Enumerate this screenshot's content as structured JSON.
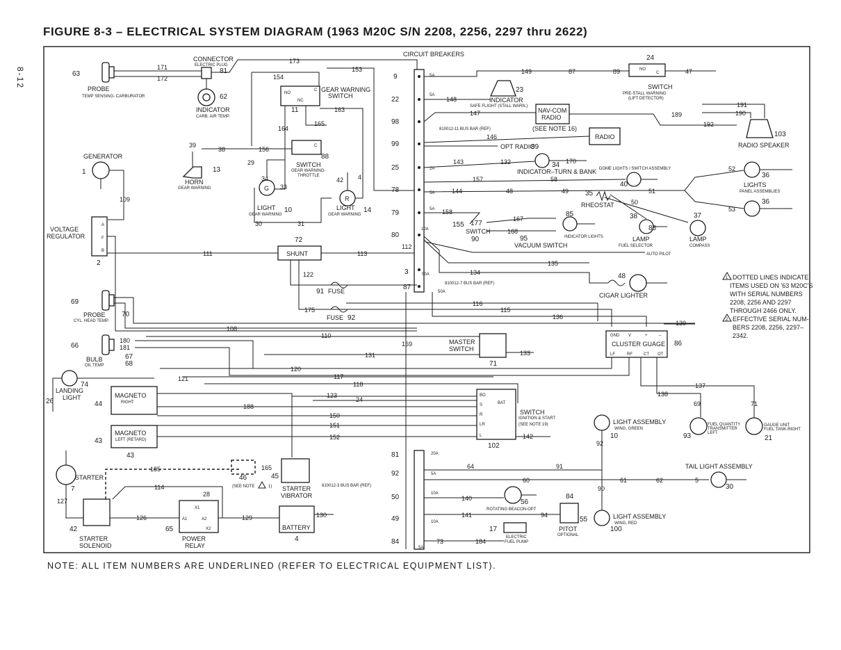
{
  "title": "FIGURE 8-3 – ELECTRICAL SYSTEM DIAGRAM (1963 M20C S/N 2208, 2256, 2297 thru 2622)",
  "page_number": "8-12",
  "note": "NOTE: ALL ITEM NUMBERS ARE UNDERLINED (REFER TO ELECTRICAL EQUIPMENT LIST).",
  "circuit_breakers_label": "CIRCUIT BREAKERS",
  "breakers": [
    {
      "item": "9",
      "rating": "5A"
    },
    {
      "item": "22",
      "rating": "5A"
    },
    {
      "item": "98",
      "rating": ""
    },
    {
      "item": "99",
      "rating": ""
    },
    {
      "item": "25",
      "rating": "2A"
    },
    {
      "item": "78",
      "rating": "5A"
    },
    {
      "item": "79",
      "rating": "5A"
    },
    {
      "item": "80",
      "rating": "10A"
    },
    {
      "item": "3",
      "rating": "50A"
    },
    {
      "item": "87",
      "rating": "50A"
    }
  ],
  "breakers_lower": [
    {
      "item": "81",
      "rating": "20A"
    },
    {
      "item": "92",
      "rating": "5A"
    },
    {
      "item": "50",
      "rating": "10A"
    },
    {
      "item": "49",
      "rating": "10A"
    },
    {
      "item": "84",
      "rating": "5A"
    }
  ],
  "bus_bars": {
    "upper": "810012-11 BUS BAR (REF)",
    "middle": "810012-7 BUS BAR (REF)",
    "lower": "810012-3 BUS BAR (REF)"
  },
  "components": {
    "probe_carb": {
      "item": "63",
      "label": "PROBE",
      "sub": "TEMP SENSING- CARBURATOR"
    },
    "connector": {
      "item": "81",
      "label": "CONNECTOR",
      "sub": "ELECTRIC PLUG"
    },
    "indicator_carb": {
      "item": "62",
      "label": "INDICATOR",
      "sub": "CARB. AIR TEMP."
    },
    "gear_warning_switch": {
      "item": "11",
      "label": "GEAR WARNING SWITCH"
    },
    "switch_throttle": {
      "item": "88",
      "label": "SWITCH",
      "sub": "GEAR WARNING- THROTTLE"
    },
    "horn": {
      "item": "13",
      "label": "HORN",
      "sub": "GEAR WARNING"
    },
    "light_g": {
      "item": "10",
      "label": "LIGHT",
      "sub": "GEAR WARNING",
      "letter": "G"
    },
    "light_r": {
      "item": "14",
      "label": "LIGHT",
      "sub": "GEAR WARNING",
      "letter": "R"
    },
    "generator": {
      "item": "1",
      "label": "GENERATOR"
    },
    "voltage_regulator": {
      "item": "2",
      "label": "VOLTAGE REGULATOR"
    },
    "shunt": {
      "item": "72",
      "label": "SHUNT"
    },
    "fuse_91": {
      "item": "91",
      "label": "FUSE"
    },
    "fuse_92": {
      "item": "92",
      "label": "FUSE"
    },
    "probe_cyl": {
      "item": "69",
      "label": "PROBE",
      "sub": "CYL. HEAD TEMP.",
      "extra": "70"
    },
    "bulb_oil": {
      "item": "66",
      "label": "BULB",
      "sub": "OIL TEMP",
      "extra1": "67",
      "extra2": "68"
    },
    "master_switch": {
      "item": "71",
      "label": "MASTER SWITCH"
    },
    "landing_light": {
      "item": "74",
      "label": "LANDING LIGHT",
      "wire": "26"
    },
    "magneto_right": {
      "item": "44",
      "label": "MAGNETO",
      "sub": "RIGHT"
    },
    "magneto_left": {
      "item": "43",
      "label": "MAGNETO",
      "sub": "LEFT (RETARD)",
      "under": "43"
    },
    "starter": {
      "item": "7",
      "label": "STARTER"
    },
    "starter_solenoid": {
      "item": "42",
      "label": "STARTER SOLENOID"
    },
    "power_relay": {
      "item": "65",
      "label": "POWER RELAY",
      "a1": "A1",
      "a2": "A2",
      "x1": "X1",
      "x2": "X2"
    },
    "see_note_box": {
      "item": "46",
      "note": "(SEE NOTE",
      "note_num": "1)"
    },
    "starter_vibrator": {
      "item": "45",
      "label": "STARTER VIBRATOR"
    },
    "battery": {
      "item": "4",
      "label": "BATTERY"
    },
    "ignition_switch": {
      "item": "102",
      "label": "SWITCH",
      "sub": "IGNITION & START",
      "note": "(SEE NOTE 19)",
      "terminals": [
        "BO",
        "S",
        "R",
        "LR",
        "L"
      ],
      "bat": "BAT"
    },
    "indicator_stall": {
      "item": "23",
      "label": "INDICATOR",
      "sub": "SAFE FLIGHT (STALL WARN.)"
    },
    "nav_com": {
      "item": "",
      "label": "NAV-COM RADIO",
      "note": "(SEE NOTE 16)"
    },
    "radio": {
      "label": "RADIO"
    },
    "opt_radio": {
      "label": "OPT RADIO"
    },
    "switch_prestall": {
      "item": "24",
      "label": "SWITCH",
      "sub": "PRE-STALL WARNING (LIFT DETECTOR)"
    },
    "radio_speaker": {
      "item": "103",
      "label": "RADIO SPEAKER"
    },
    "indicator_turn": {
      "item": "89",
      "item2": "34",
      "label": "INDICATOR–TURN & BANK"
    },
    "dome_lights": {
      "item": "40",
      "label": "DOME LIGHTS / SWITCH ASSEMBLY"
    },
    "rheostat": {
      "item": "35",
      "label": "RHEOSTAT"
    },
    "lights_panel": {
      "item": "36",
      "label": "LIGHTS",
      "sub": "PANEL ASSEMBLIES",
      "item2": "36"
    },
    "lamp_fuel": {
      "item": "38",
      "label": "LAMP",
      "sub": "FUEL SELECTOR",
      "w86": "86"
    },
    "lamp_compass": {
      "item": "37",
      "label": "LAMP",
      "sub": "COMPASS"
    },
    "switch_90": {
      "item": "90",
      "label": "SWITCH",
      "w155": "155",
      "w177": "177"
    },
    "vacuum_switch": {
      "item": "95",
      "label": "VACUUM SWITCH"
    },
    "indicator_lights": {
      "item": "85",
      "label": "INDICATOR LIGHTS"
    },
    "auto_pilot": {
      "label": "AUTO PILOT"
    },
    "cigar_lighter": {
      "item": "48",
      "label": "CIGAR LIGHTER"
    },
    "cluster_gauge": {
      "item": "86",
      "label": "CLUSTER GUAGE",
      "terminals_top": [
        "GND",
        "V",
        "+",
        "–"
      ],
      "terminals_bottom": [
        "LF",
        "RF",
        "CT",
        "OT"
      ]
    },
    "light_assembly_green": {
      "item": "10",
      "label": "LIGHT ASSEMBLY",
      "sub": "WING, GREEN"
    },
    "fuel_quantity": {
      "item": "93",
      "label": "FUEL QUANTITY TRANSMITTER LEFT"
    },
    "gauge_unit": {
      "item": "21",
      "label": "GAUGE UNIT FUEL TANK-RIGHT"
    },
    "tail_light": {
      "item": "30",
      "label": "TAIL LIGHT ASSEMBLY"
    },
    "beacon": {
      "item": "56",
      "label": "ROTATING BEACON-OPT"
    },
    "fuel_pump": {
      "item": "17",
      "label": "ELECTRIC FUEL PUMP"
    },
    "pitot": {
      "item": "55",
      "label": "PITOT",
      "sub": "OPTIONAL",
      "w84": "84"
    },
    "light_assembly_red": {
      "item": "100",
      "label": "LIGHT ASSEMBLY",
      "sub": "WING, RED"
    }
  },
  "notes_right": {
    "n1": "DOTTED LINES INDICATE ITEMS USED ON '63 M20C'S WITH SERIAL NUMBERS 2208, 2256 AND 2297 THROUGH 2466 ONLY.",
    "n1_lines": [
      "DOTTED LINES INDICATE",
      "ITEMS USED ON '63 M20C'S",
      "WITH SERIAL NUMBERS",
      "2208, 2256  AND  2297",
      "THROUGH 2466 ONLY."
    ],
    "n2_lines": [
      "EFFECTIVE SERIAL NUM-",
      "BERS 2208, 2256, 2297–",
      "2342."
    ],
    "n1_mark": "1",
    "n2_mark": "2"
  },
  "wires": {
    "w171": "171",
    "w172": "172",
    "w173": "173",
    "w153": "153",
    "w154": "154",
    "w163": "163",
    "w164": "164",
    "w165": "165",
    "w156": "156",
    "w39": "39",
    "w38": "38",
    "w29": "29",
    "w34": "34",
    "w33": "33",
    "w42": "42",
    "w4": "4",
    "w30": "30",
    "w31": "31",
    "w109": "109",
    "w111": "111",
    "w113": "113",
    "w112": "112",
    "w122": "122",
    "w175": "175",
    "w134": "134",
    "w135": "135",
    "w116": "116",
    "w115": "115",
    "w136": "136",
    "w139": "139",
    "w108": "108",
    "w110": "110",
    "w169": "169",
    "w180": "180",
    "w181": "181",
    "w131": "131",
    "w133": "133",
    "w120": "120",
    "w117": "117",
    "w118": "118",
    "w121": "121",
    "w137": "137",
    "w138": "138",
    "w69": "69",
    "w71": "71",
    "w123": "123",
    "w24": "24",
    "w188": "188",
    "w150": "150",
    "w151": "151",
    "w152": "152",
    "w142": "142",
    "w92": "92",
    "w185": "185",
    "w114": "114",
    "w127": "127",
    "w126": "126",
    "w28": "28",
    "w129": "129",
    "w130": "130",
    "w64": "64",
    "w91": "91",
    "w60": "60",
    "w61": "61",
    "w62": "62",
    "w5": "5",
    "w140": "140",
    "w141": "141",
    "w94": "94",
    "w84b": "84",
    "w73": "73",
    "w184": "184",
    "w90": "90",
    "w149": "149",
    "w87": "87",
    "w89": "89",
    "w47": "47",
    "w148": "148",
    "w147": "147",
    "w189": "189",
    "w190": "190",
    "w191": "191",
    "w192": "192",
    "w146": "146",
    "w143": "143",
    "w132": "132",
    "w170": "170",
    "w157": "157",
    "w58": "58",
    "w144": "144",
    "w48": "48",
    "w49": "49",
    "w51": "51",
    "w50": "50",
    "w52": "52",
    "w53": "53",
    "w158": "158",
    "w167": "167",
    "w168": "168",
    "w165b": "165"
  }
}
